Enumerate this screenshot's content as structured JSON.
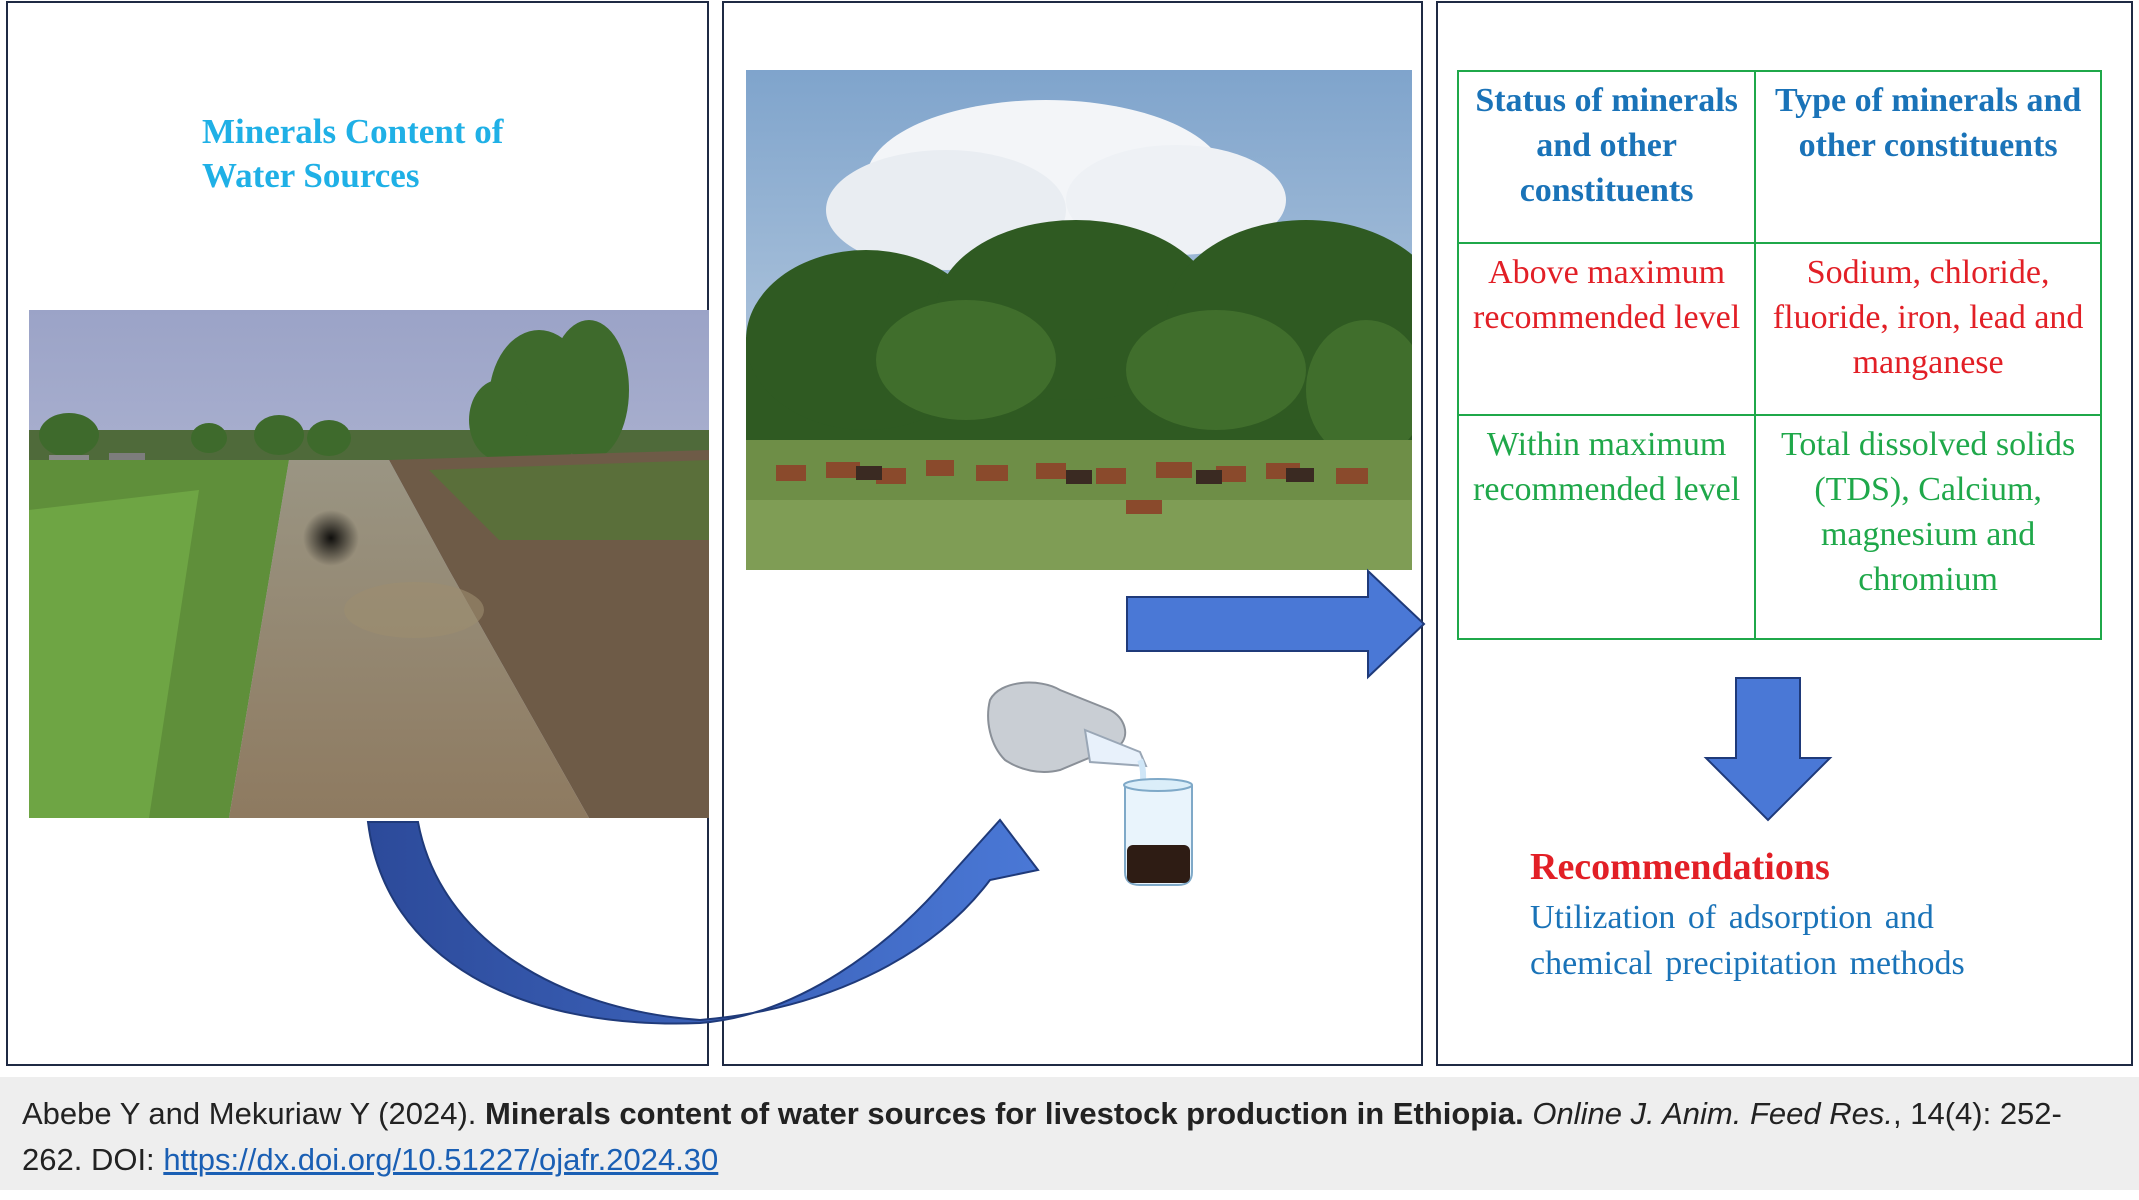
{
  "left_panel": {
    "title_line1": "Minerals Content of",
    "title_line2": "Water Sources"
  },
  "table": {
    "headers": [
      "Status of minerals and other constituents",
      "Type of minerals and other constituents"
    ],
    "rows": [
      {
        "status": "Above maximum recommended level",
        "types": "Sodium, chloride, fluoride, iron, lead and manganese"
      },
      {
        "status": "Within maximum recommended level",
        "types": "Total dissolved solids (TDS), Calcium, magnesium and chromium"
      }
    ]
  },
  "recommendations": {
    "heading": "Recommendations",
    "text": "Utilization of adsorption and chemical precipitation methods"
  },
  "citation": {
    "authors": "Abebe Y and Mekuriaw Y (2024).",
    "title": "Minerals content of water sources for livestock production in Ethiopia.",
    "journal": "Online J. Anim. Feed Res.",
    "volume_pages": ", 14(4): 252-262. DOI:",
    "doi": "https://dx.doi.org/10.51227/ojafr.2024.30"
  },
  "colors": {
    "title": "#1fb0e6",
    "header_blue": "#1a73b8",
    "red": "#e21f26",
    "green": "#1fa84a",
    "arrow": "#3f6fd0"
  },
  "icons": [
    "river-photo",
    "cattle-photo",
    "gloved-hand-flask-icon",
    "curved-arrow",
    "right-arrow",
    "down-arrow"
  ]
}
